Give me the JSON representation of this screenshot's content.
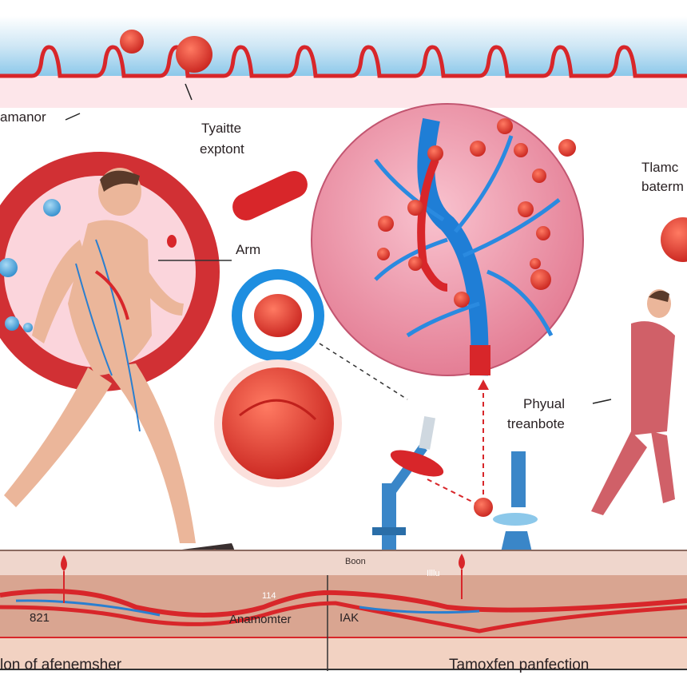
{
  "labels": {
    "top_left": "amanor",
    "top_center_line1": "Tyaitte",
    "top_center_line2": "exptont",
    "arm": "Arm",
    "top_right_line1": "Tlamc",
    "top_right_line2": "baterm",
    "right_mid_line1": "Phyual",
    "right_mid_line2": "treanbote",
    "strip_boon": "Boon",
    "strip_tiny": "Illlu",
    "strip_114": "114",
    "strip_821": "821",
    "strip_anamomter": "Anamomter",
    "strip_iak": "IAK",
    "bottom_left": "lon of afenemsher",
    "bottom_right": "Tamoxfen panfection"
  },
  "colors": {
    "blood_red": "#d8262a",
    "vessel_blue": "#2a7fd0",
    "tissue_pink": "#f2a0b0",
    "sky_blue": "#8cc8ea",
    "skin": "#ebb69a"
  }
}
